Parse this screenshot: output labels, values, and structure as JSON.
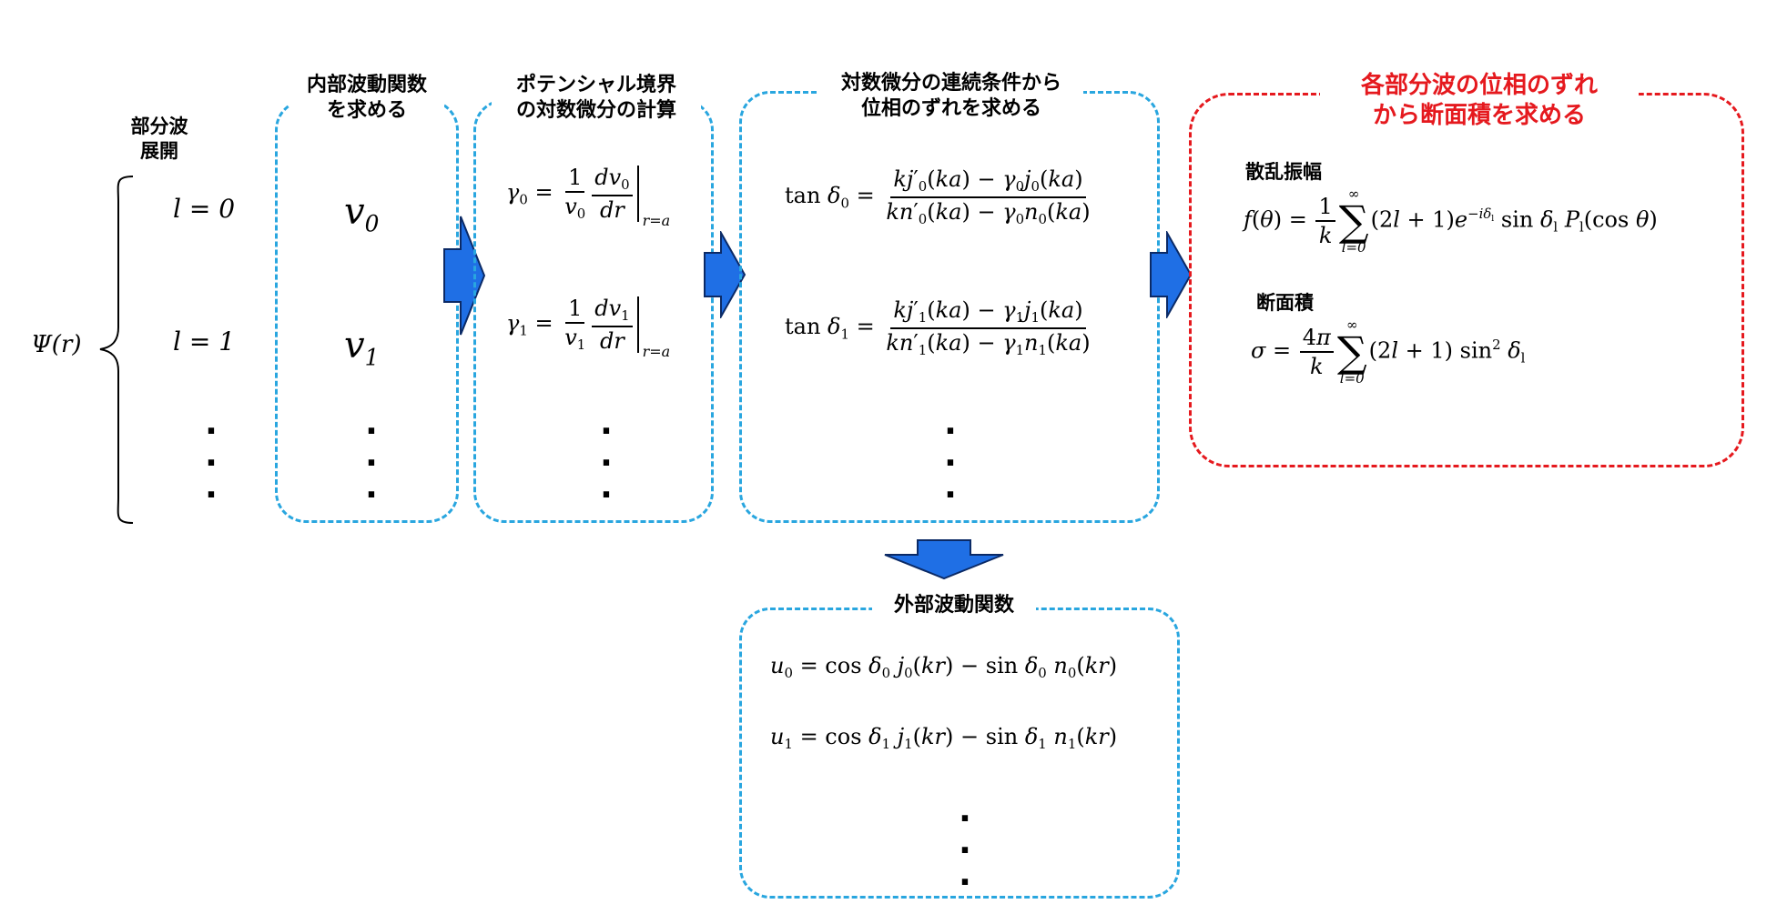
{
  "left": {
    "label": "部分波\n展開",
    "psi": "Ψ(r)",
    "l0": "l = 0",
    "l1": "l = 1"
  },
  "boxes": {
    "internal": {
      "title": "内部波動関数\nを求める",
      "v0": "v",
      "v0_sub": "0",
      "v1": "v",
      "v1_sub": "1"
    },
    "logderiv": {
      "title": "ポテンシャル境界\nの対数微分の計算"
    },
    "phase": {
      "title": "対数微分の連続条件から\n位相のずれを求める"
    },
    "cross": {
      "title": "各部分波の位相のずれ\nから断面積を求める",
      "amp_label": "散乱振幅",
      "xs_label": "断面積"
    },
    "external": {
      "title": "外部波動関数"
    }
  },
  "colors": {
    "box_border": "#29a6df",
    "result_border": "#e5191e",
    "arrow_fill": "#1f6fe5",
    "arrow_stroke": "#0b2a66"
  },
  "icons": [
    "right-arrow-icon",
    "down-arrow-icon",
    "brace-icon"
  ]
}
